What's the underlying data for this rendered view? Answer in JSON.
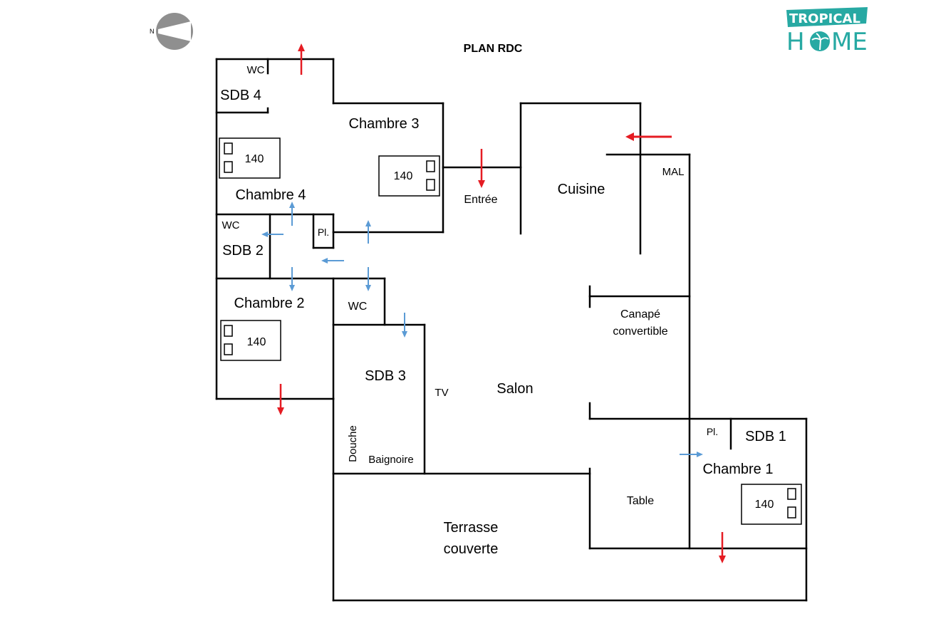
{
  "title": "PLAN RDC",
  "compass": {
    "icon": "compass-icon",
    "north_label": "N"
  },
  "logo": {
    "top_word": "TROPICAL",
    "bottom_word_left": "H",
    "bottom_word_right": "ME",
    "icon": "palm-tree-icon",
    "color": "#27a9a3"
  },
  "colors": {
    "wall": "#000000",
    "main_access_arrow": "#e51c23",
    "internal_arrow": "#5b9bd5"
  },
  "rooms": {
    "wc_top": "WC",
    "sdb4": "SDB 4",
    "chambre4": "Chambre 4",
    "bed_chambre4": "140",
    "chambre3": "Chambre 3",
    "bed_chambre3": "140",
    "entree": "Entrée",
    "cuisine": "Cuisine",
    "mal": "MAL",
    "wc_mid": "WC",
    "sdb2": "SDB 2",
    "placard_mid": "Pl.",
    "chambre2": "Chambre 2",
    "bed_chambre2": "140",
    "wc_center": "WC",
    "sdb3": "SDB 3",
    "douche": "Douche",
    "baignoire": "Baignoire",
    "tv": "TV",
    "salon": "Salon",
    "canape_line1": "Canapé",
    "canape_line2": "convertible",
    "placard_right": "Pl.",
    "sdb1": "SDB 1",
    "chambre1": "Chambre 1",
    "bed_chambre1": "140",
    "table": "Table",
    "terrasse_line1": "Terrasse",
    "terrasse_line2": "couverte"
  }
}
